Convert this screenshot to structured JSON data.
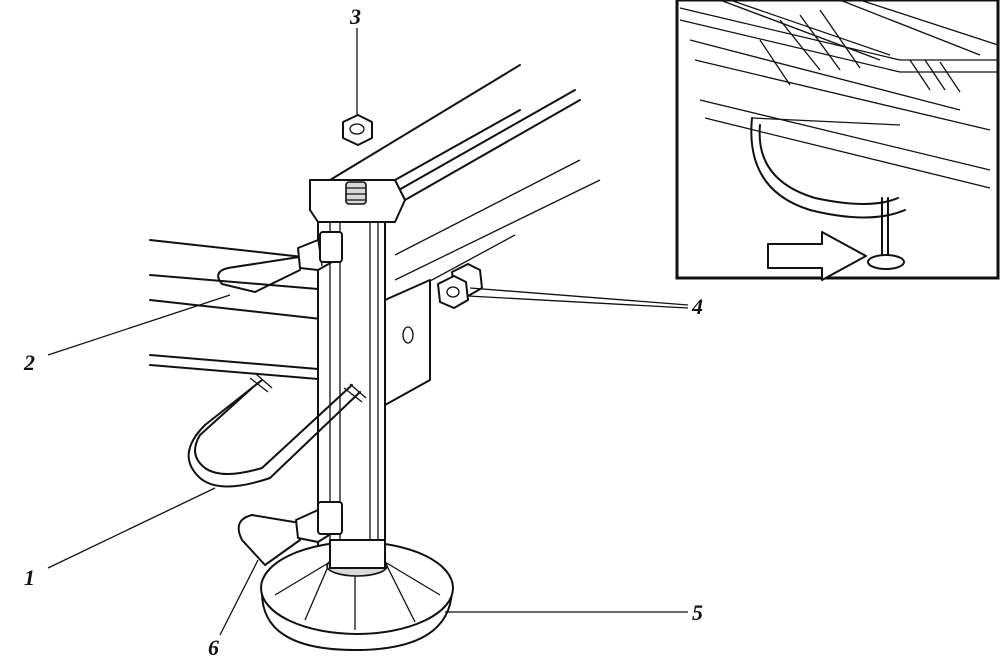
{
  "callouts": {
    "c1": "1",
    "c2": "2",
    "c3": "3",
    "c4": "4",
    "c5": "5",
    "c6": "6"
  },
  "colors": {
    "ink": "#111111",
    "paper": "#ffffff",
    "shade": "#d9d9d9"
  }
}
